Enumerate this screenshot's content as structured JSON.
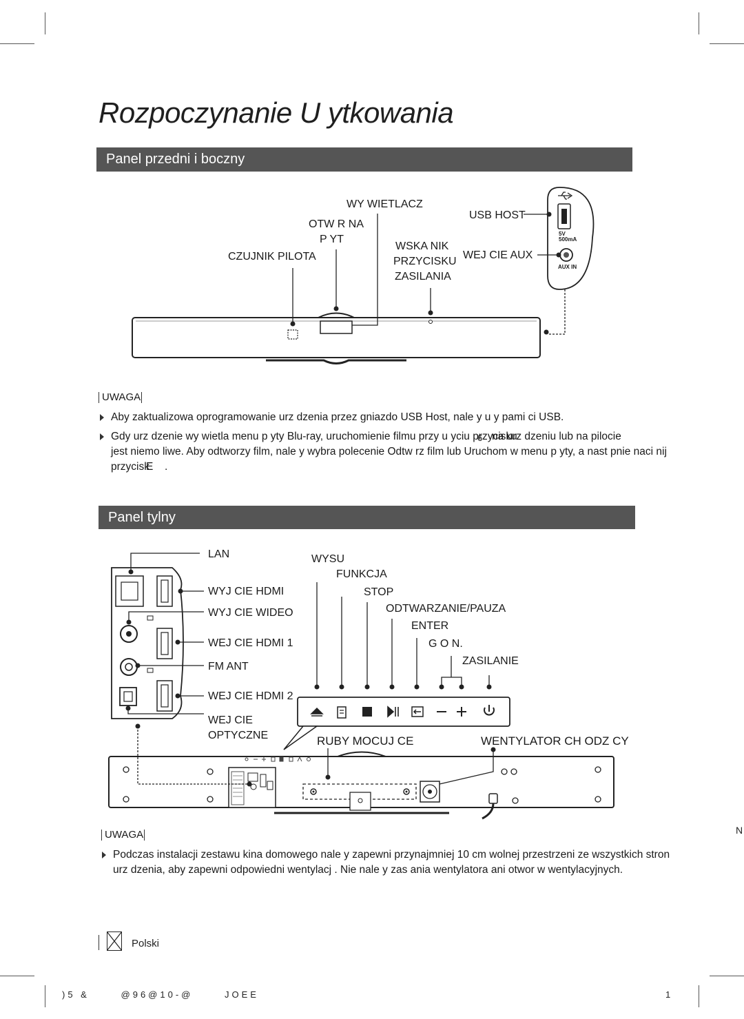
{
  "page_title": "Rozpoczynanie U ytkowania",
  "sections": {
    "front": {
      "heading": "Panel przedni i boczny",
      "labels": {
        "display": "WY WIETLACZ",
        "disc_slot_line1": "OTW R NA",
        "disc_slot_line2": "P YT",
        "remote_sensor": "CZUJNIK PILOTA",
        "power_indicator_line1": "WSKA NIK",
        "power_indicator_line2": "PRZYCISKU",
        "power_indicator_line3": "ZASILANIA",
        "usb_host": "USB HOST",
        "aux_in": "WEJ CIE AUX",
        "port_5v": "5V",
        "port_500ma": "500mA",
        "port_aux_in": "AUX IN"
      }
    },
    "note1": {
      "heading": "UWAGA",
      "items": [
        "Aby zaktualizowa  oprogramowanie urz dzenia przez gniazdo USB Host, nale y u y  pami ci USB.",
        "Gdy urz dzenie wy wietla menu p yty Blu-ray, uruchomienie filmu przy u yciu przycisku",
        "na urz dzeniu lub na pilocie",
        "jest niemo liwe. Aby odtworzy  film, nale y wybra  polecenie Odtw rz film lub Uruchom w menu p yty, a nast pnie naci nij",
        "przycisk",
        "E",
        "."
      ],
      "inline_icon": "6"
    },
    "rear": {
      "heading": "Panel tylny",
      "labels_left": {
        "lan": "LAN",
        "hdmi_out": "WYJ CIE HDMI",
        "video_out": "WYJ CIE WIDEO",
        "hdmi_in1": "WEJ CIE HDMI 1",
        "fm_ant": "FM ANT",
        "hdmi_in2": "WEJ CIE HDMI 2",
        "optical_line1": "WEJ CIE",
        "optical_line2": "OPTYCZNE"
      },
      "labels_right": {
        "eject": "WYSU",
        "function": "FUNKCJA",
        "stop": "STOP",
        "play_pause": "ODTWARZANIE/PAUZA",
        "enter": "ENTER",
        "volume": "G O N.",
        "power": "ZASILANIE"
      },
      "mount_screws": "RUBY MOCUJ CE",
      "cooling_fan": "WENTYLATOR CH ODZ CY"
    },
    "note2": {
      "heading": "UWAGA",
      "items": [
        "Podczas instalacji zestawu kina domowego nale y zapewni  przynajmniej 10 cm wolnej przestrzeni ze wszystkich stron",
        "urz dzenia, aby zapewni  odpowiedni  wentylacj . Nie nale y zas ania  wentylatora ani otwor w wentylacyjnych."
      ]
    }
  },
  "side_marker": "N",
  "footer": {
    "page_label": "Polski",
    "print_code": ")5 &      @96@10-@      JOEE",
    "page_number": "1"
  }
}
